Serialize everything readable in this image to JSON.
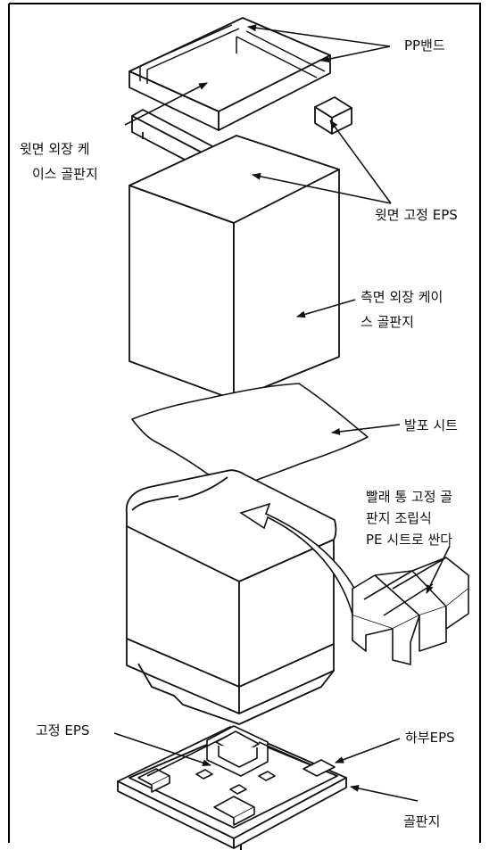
{
  "labels": {
    "pp_band": "PP밴드",
    "top_case_line1": "윗면 외장 케",
    "top_case_line2": "이스 골판지",
    "top_fix_eps": "윗면 고정 EPS",
    "side_case_line1": "측면 외장 케이",
    "side_case_line2": "스 골판지",
    "foam_sheet": "발포 시트",
    "tub_fix_line1": "빨래 통 고정 골",
    "tub_fix_line2": "판지 조립식",
    "tub_fix_line3": "PE 시트로 싼다",
    "fix_eps": "고정 EPS",
    "bottom_eps": "하부EPS",
    "corrugated": "골판지"
  },
  "colors": {
    "line": "#111111",
    "fill": "#ffffff",
    "border": "#000000"
  }
}
